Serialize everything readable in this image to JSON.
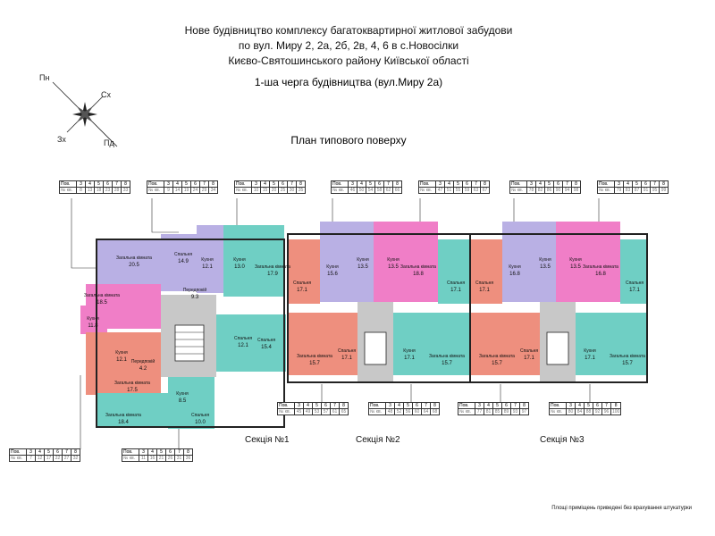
{
  "title_lines": [
    "Нове будівництво комплексу багатоквартирної житлової забудови",
    "по вул. Миру 2, 2а, 2б, 2в, 4, 6 в с.Новосілки",
    "Києво-Святошинського району Київської області"
  ],
  "subtitle": "1-ша черга будівництва (вул.Миру 2а)",
  "plan_caption": "План типового поверху",
  "compass": {
    "nw": "Пн",
    "ne": "Сх",
    "sw": "Зх",
    "se": "Пд"
  },
  "sections": [
    "Секція №1",
    "Секція №2",
    "Секція №3"
  ],
  "footnote": "Площі приміщень приведені без врахування штукатурки",
  "table_headers": {
    "floor": "Пов.",
    "apt": "№ кв."
  },
  "floor_numbers": [
    "3",
    "4",
    "5",
    "6",
    "7",
    "8"
  ],
  "apt_tables": [
    [
      "8",
      "13",
      "18",
      "23",
      "28",
      "33"
    ],
    [
      "9",
      "14",
      "19",
      "24",
      "29",
      "34"
    ],
    [
      "10",
      "15",
      "20",
      "25",
      "30",
      "35"
    ],
    [
      "46",
      "50",
      "54",
      "58",
      "62",
      "66"
    ],
    [
      "47",
      "51",
      "55",
      "59",
      "63",
      "67"
    ],
    [
      "78",
      "82",
      "86",
      "90",
      "94",
      "98"
    ],
    [
      "79",
      "83",
      "87",
      "91",
      "95",
      "99"
    ],
    [
      "7",
      "12",
      "17",
      "22",
      "27",
      "32"
    ],
    [
      "11",
      "16",
      "21",
      "26",
      "31",
      "36"
    ],
    [
      "45",
      "49",
      "53",
      "57",
      "61",
      "65"
    ],
    [
      "48",
      "52",
      "56",
      "60",
      "64",
      "68"
    ],
    [
      "77",
      "81",
      "85",
      "89",
      "93",
      "97"
    ],
    [
      "80",
      "84",
      "88",
      "92",
      "96",
      "100"
    ]
  ],
  "colors": {
    "lavender": "#b9b0e4",
    "pink": "#f07ec7",
    "salmon": "#ee8f7e",
    "teal": "#6fcfc4",
    "corridor": "#c8c8c8",
    "wall": "#222222"
  },
  "rooms": [
    {
      "label": "Загальна кімната",
      "area": "20.5"
    },
    {
      "label": "Спальня",
      "area": "14.9"
    },
    {
      "label": "Кухня",
      "area": "12.1"
    },
    {
      "label": "Кухня",
      "area": "13.0"
    },
    {
      "label": "Загальна кімната",
      "area": "17.9"
    },
    {
      "label": "Передпокій",
      "area": "9.3"
    },
    {
      "label": "Загальна кімната",
      "area": "18.5"
    },
    {
      "label": "Кухня",
      "area": "11.8"
    },
    {
      "label": "Кухня",
      "area": "12.1"
    },
    {
      "label": "Загальна кімната",
      "area": "17.5"
    },
    {
      "label": "Передпокій",
      "area": "4.2"
    },
    {
      "label": "Загальна кімната",
      "area": "18.4"
    },
    {
      "label": "Кухня",
      "area": "8.5"
    },
    {
      "label": "Спальня",
      "area": "10.0"
    },
    {
      "label": "Спальня",
      "area": "12.1"
    },
    {
      "label": "Спальня",
      "area": "15.4"
    },
    {
      "label": "Спальня",
      "area": "17.1"
    },
    {
      "label": "Кухня",
      "area": "15.6"
    },
    {
      "label": "Кухня",
      "area": "13.5"
    },
    {
      "label": "Кухня",
      "area": "13.5"
    },
    {
      "label": "Загальна кімната",
      "area": "18.8"
    },
    {
      "label": "Спальня",
      "area": "17.1"
    },
    {
      "label": "Загальна кімната",
      "area": "15.7"
    },
    {
      "label": "Спальня",
      "area": "17.1"
    },
    {
      "label": "Кухня",
      "area": "17.1"
    },
    {
      "label": "Загальна кімната",
      "area": "15.7"
    },
    {
      "label": "Спальня",
      "area": "17.1"
    },
    {
      "label": "Кухня",
      "area": "16.8"
    },
    {
      "label": "Кухня",
      "area": "13.5"
    },
    {
      "label": "Кухня",
      "area": "13.5"
    },
    {
      "label": "Загальна кімната",
      "area": "16.8"
    },
    {
      "label": "Спальня",
      "area": "17.1"
    },
    {
      "label": "Загальна кімната",
      "area": "15.7"
    },
    {
      "label": "Спальня",
      "area": "17.1"
    },
    {
      "label": "Кухня",
      "area": "17.1"
    },
    {
      "label": "Загальна кімната",
      "area": "15.7"
    }
  ]
}
